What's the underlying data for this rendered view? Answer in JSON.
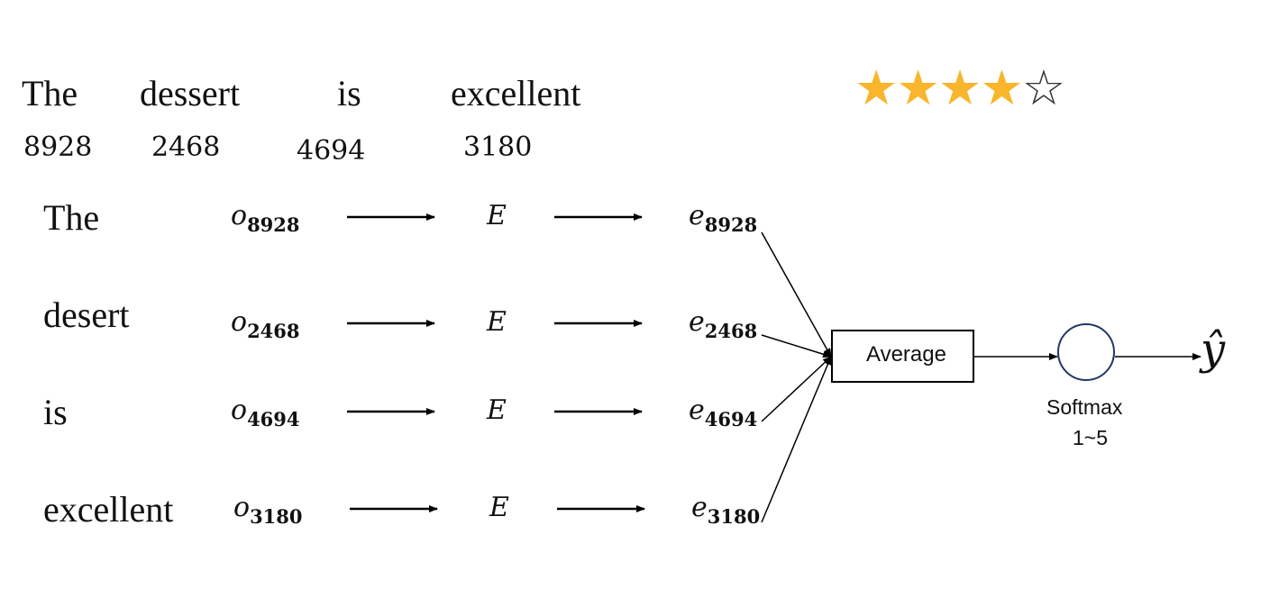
{
  "sentence": {
    "words": [
      "The",
      "dessert",
      "is",
      "excellent"
    ],
    "indices": [
      "8928",
      "2468",
      "4694",
      "3180"
    ]
  },
  "rating": {
    "value": 4,
    "max": 5,
    "filled_color": "#F9B52B"
  },
  "rows": [
    {
      "word": "The",
      "onehot": "o",
      "onehot_sub": "8928",
      "embed_matrix": "E",
      "embed": "e",
      "embed_sub": "8928"
    },
    {
      "word": "desert",
      "onehot": "o",
      "onehot_sub": "2468",
      "embed_matrix": "E",
      "embed": "e",
      "embed_sub": "2468"
    },
    {
      "word": "is",
      "onehot": "o",
      "onehot_sub": "4694",
      "embed_matrix": "E",
      "embed": "e",
      "embed_sub": "4694"
    },
    {
      "word": "excellent",
      "onehot": "o",
      "onehot_sub": "3180",
      "embed_matrix": "E",
      "embed": "e",
      "embed_sub": "3180"
    }
  ],
  "average_label": "Average",
  "softmax_label": "Softmax",
  "softmax_range": "1~5",
  "output_label": "ŷ"
}
